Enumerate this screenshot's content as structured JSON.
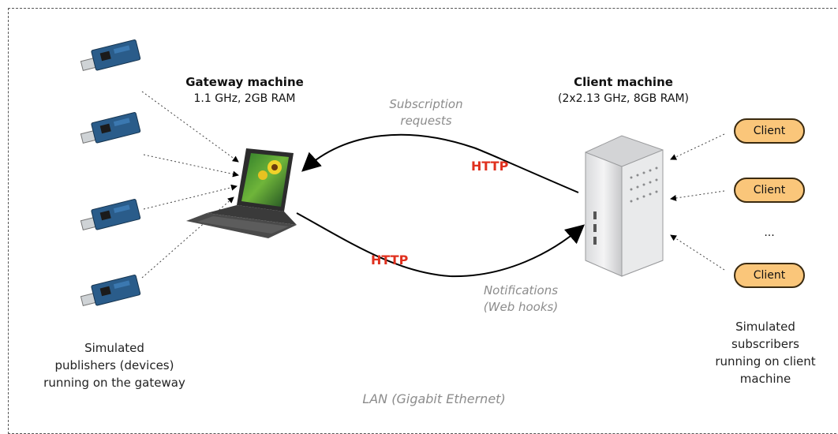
{
  "gateway": {
    "title": "Gateway machine",
    "spec": "1.1 GHz, 2GB RAM"
  },
  "client": {
    "title": "Client machine",
    "spec": "(2x2.13 GHz, 8GB RAM)"
  },
  "subscription": {
    "line1": "Subscription",
    "line2": "requests"
  },
  "notifications": {
    "line1": "Notifications",
    "line2": "(Web hooks)"
  },
  "http_labels": {
    "top": "HTTP",
    "bottom": "HTTP"
  },
  "clients": {
    "items": [
      "Client",
      "Client",
      "Client"
    ],
    "ellipsis": "..."
  },
  "publishers_caption": {
    "line1": "Simulated",
    "line2": "publishers (devices)",
    "line3": "running on the gateway"
  },
  "subscribers_caption": {
    "line1": "Simulated",
    "line2": "subscribers",
    "line3": "running on client",
    "line4": "machine"
  },
  "lan_label": "LAN (Gigabit Ethernet)",
  "colors": {
    "http": "#e0301e",
    "client_fill": "#fac67a",
    "italic_gray": "#8c8c8c"
  }
}
